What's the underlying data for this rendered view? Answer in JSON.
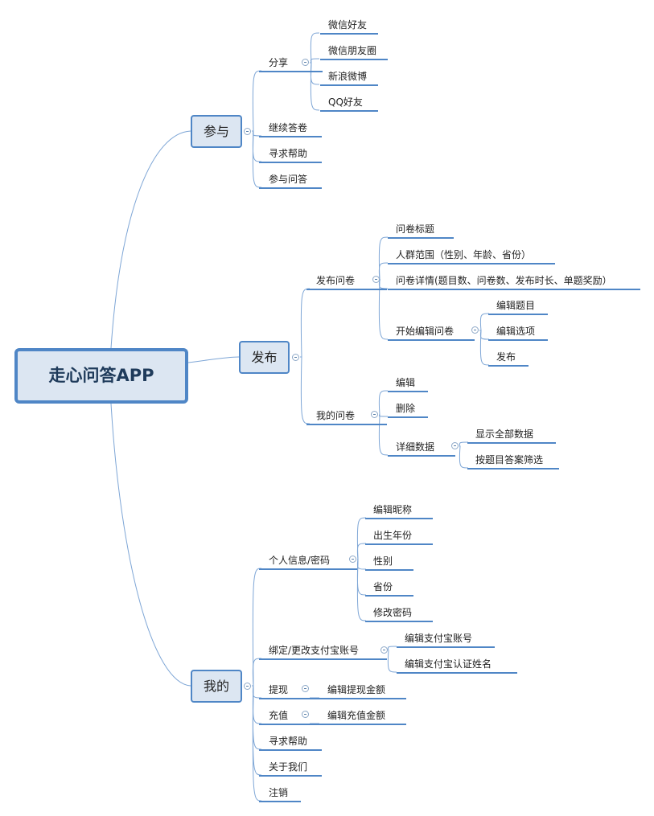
{
  "root": "走心问答APP",
  "branches": [
    {
      "label": "参与",
      "children": [
        {
          "label": "分享",
          "children": [
            {
              "label": "微信好友"
            },
            {
              "label": "微信朋友圈"
            },
            {
              "label": "新浪微博"
            },
            {
              "label": "QQ好友"
            }
          ]
        },
        {
          "label": "继续答卷"
        },
        {
          "label": "寻求帮助"
        },
        {
          "label": "参与问答"
        }
      ]
    },
    {
      "label": "发布",
      "children": [
        {
          "label": "发布问卷",
          "children": [
            {
              "label": "问卷标题"
            },
            {
              "label": "人群范围（性别、年龄、省份）"
            },
            {
              "label": "问卷详情(题目数、问卷数、发布时长、单题奖励）"
            },
            {
              "label": "开始编辑问卷",
              "children": [
                {
                  "label": "编辑题目"
                },
                {
                  "label": "编辑选项"
                },
                {
                  "label": "发布"
                }
              ]
            }
          ]
        },
        {
          "label": "我的问卷",
          "children": [
            {
              "label": "编辑"
            },
            {
              "label": "删除"
            },
            {
              "label": "详细数据",
              "children": [
                {
                  "label": "显示全部数据"
                },
                {
                  "label": "按题目答案筛选"
                }
              ]
            }
          ]
        }
      ]
    },
    {
      "label": "我的",
      "children": [
        {
          "label": "个人信息/密码",
          "children": [
            {
              "label": "编辑昵称"
            },
            {
              "label": "出生年份"
            },
            {
              "label": "性别"
            },
            {
              "label": "省份"
            },
            {
              "label": "修改密码"
            }
          ]
        },
        {
          "label": "绑定/更改支付宝账号",
          "children": [
            {
              "label": "编辑支付宝账号"
            },
            {
              "label": "编辑支付宝认证姓名"
            }
          ]
        },
        {
          "label": "提现",
          "children": [
            {
              "label": "编辑提现金额"
            }
          ]
        },
        {
          "label": "充值",
          "children": [
            {
              "label": "编辑充值金额"
            }
          ]
        },
        {
          "label": "寻求帮助"
        },
        {
          "label": "关于我们"
        },
        {
          "label": "注销"
        }
      ]
    }
  ]
}
